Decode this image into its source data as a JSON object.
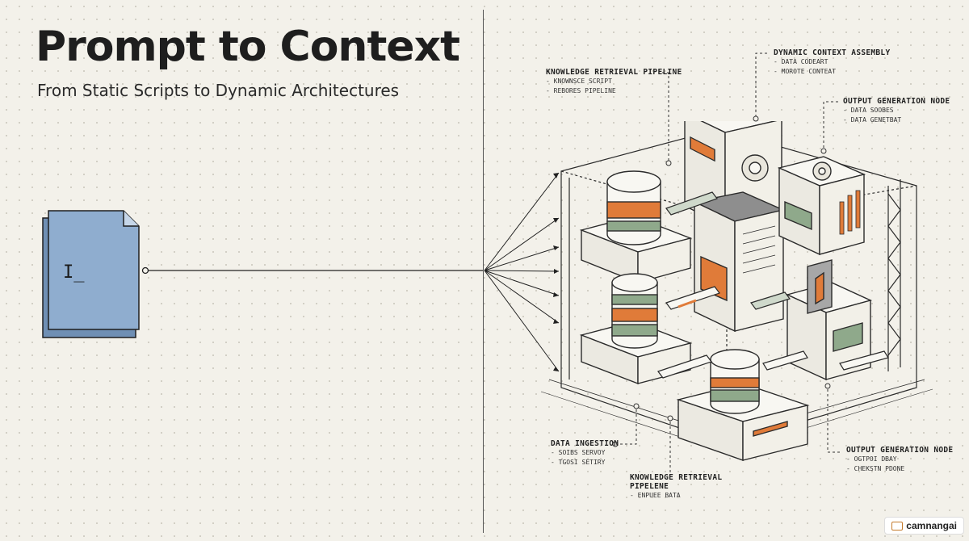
{
  "header": {
    "title": "Prompt to Context",
    "subtitle": "From Static Scripts to Dynamic Architectures"
  },
  "document": {
    "cursor_text": "I_",
    "color": "#8fadcf"
  },
  "labels": {
    "top_left": {
      "title": "KNOWLEDGE RETRIEVAL PIPELINE",
      "items": [
        "- KNOWNSCE SCRIPT",
        "- REBORES PIPELINE"
      ]
    },
    "top_center": {
      "title": "DYNAMIC CONTEXT ASSEMBLY",
      "items": [
        "- DATA CODEART",
        "- MOROTE CONTEAT"
      ]
    },
    "right_top": {
      "title": "OUTPUT GENERATION NODE",
      "items": [
        "- DATA SOOBES",
        "- DATA GENETBAT"
      ]
    },
    "bottom_left": {
      "title": "DATA INGESTION",
      "items": [
        "- SOIBS SERVOY",
        "- TGOSI SETIRY"
      ]
    },
    "bottom_center": {
      "title": "KNOWLEDGE RETRIEVAL\nPIPELENE",
      "title_line1": "KNOWLEDGE RETRIEVAL",
      "title_line2": "PIPELENE",
      "items": [
        "- ENPUEE BATA"
      ]
    },
    "bottom_right": {
      "title": "OUTPUT GENERATION NODE",
      "items": [
        "- OGTPOI DBAY",
        "- CHEKSTN PDONE"
      ]
    }
  },
  "colors": {
    "accent": "#e07b39",
    "green": "#8fa98b",
    "ink": "#2b2b2b",
    "paper": "#f3f1ea",
    "doc_blue": "#8fadcf"
  },
  "brand": {
    "name": "camnangai"
  }
}
